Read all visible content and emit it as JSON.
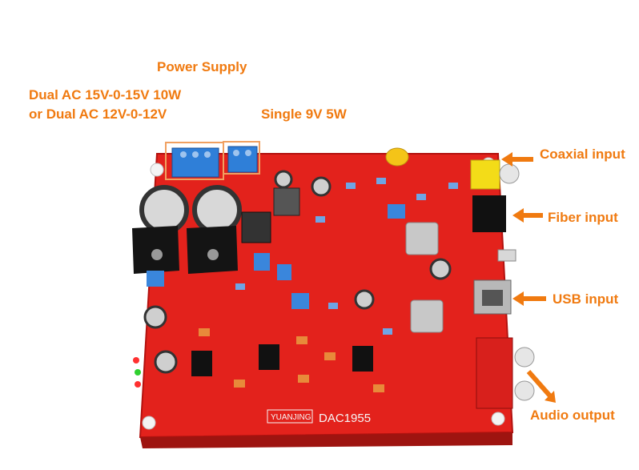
{
  "labels": {
    "power_supply": "Power Supply",
    "dual_ac_line1": "Dual AC 15V-0-15V 10W",
    "dual_ac_line2": "or Dual AC 12V-0-12V",
    "single_supply": "Single 9V 5W",
    "coaxial_input": "Coaxial input",
    "fiber_input": "Fiber input",
    "usb_input": "USB input",
    "audio_output": "Audio output"
  },
  "board_silkscreen": {
    "brand": "YUANJING",
    "model": "DAC1955"
  },
  "colors": {
    "label_orange": "#f07a10",
    "board_red": "#e3221c",
    "terminal_blue": "#2f7fd8",
    "highlight_box": "#f0a060"
  }
}
